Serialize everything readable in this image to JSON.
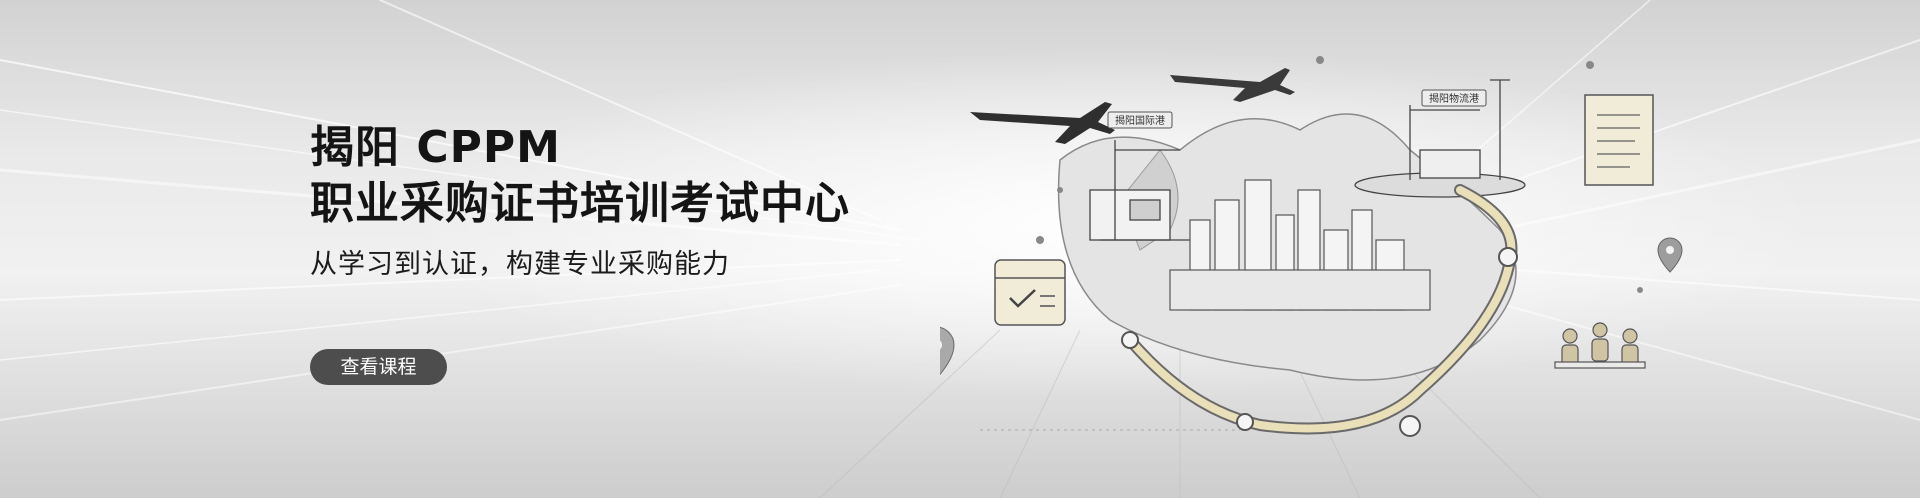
{
  "hero": {
    "title_line1": "揭阳 CPPM",
    "title_line2": "职业采购证书培训考试中心",
    "subtitle": "从学习到认证，构建专业采购能力",
    "cta_label": "查看课程"
  },
  "illustration": {
    "sign_left": "揭阳国际港",
    "sign_right": "揭阳物流港"
  },
  "colors": {
    "title": "#141414",
    "button_bg": "#4d4d4d",
    "button_text": "#ffffff",
    "route_accent": "#e9dfb9"
  }
}
